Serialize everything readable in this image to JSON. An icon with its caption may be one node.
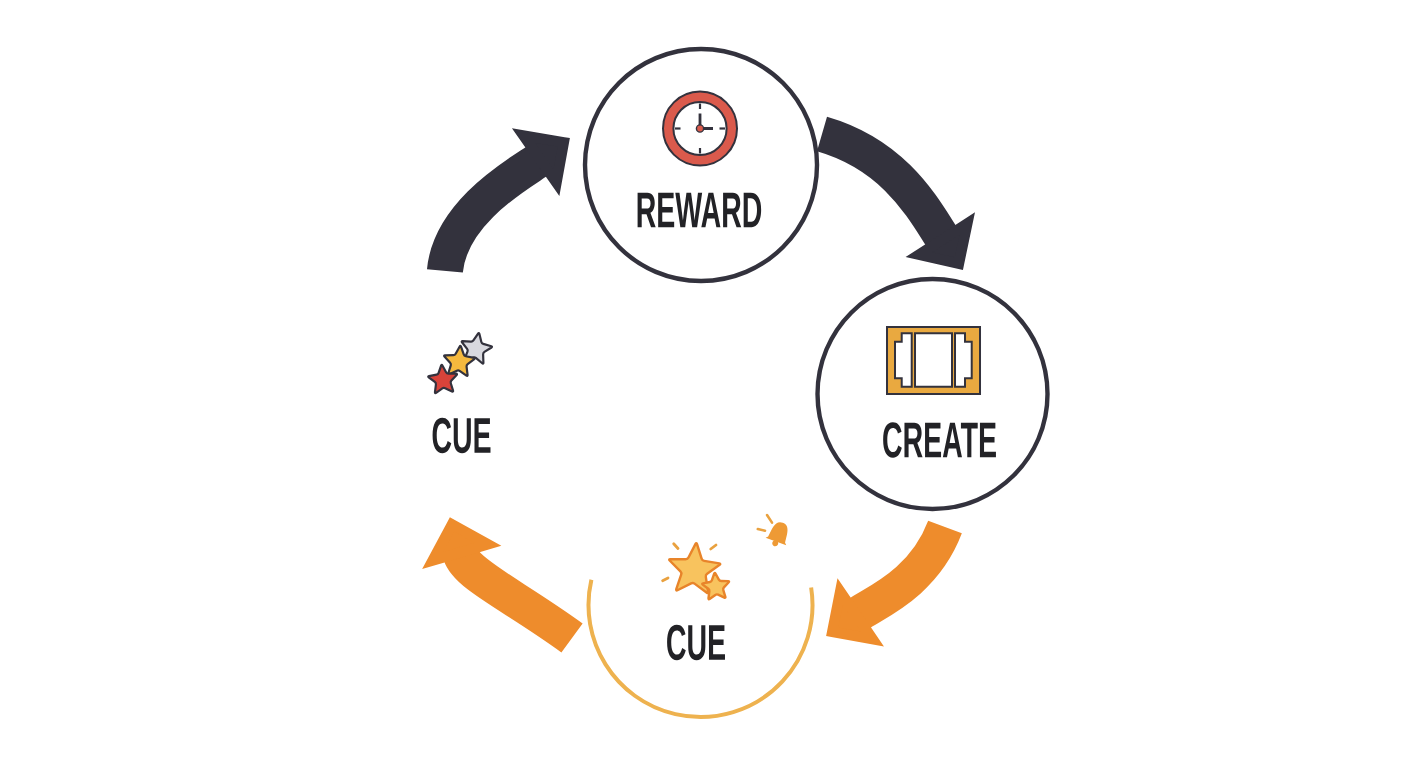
{
  "diagram": {
    "nodes": [
      {
        "text": [
          "REWARD"
        ]
      },
      {
        "text": [
          "CREATE"
        ]
      },
      {
        "text": [
          "CUE"
        ]
      },
      {
        "text": [
          "CUE"
        ]
      }
    ],
    "edges": [
      {
        "from": 2,
        "to": 0,
        "arrow": "to"
      },
      {
        "from": 0,
        "to": 1,
        "arrow": "to"
      },
      {
        "from": 1,
        "to": 3,
        "arrow": "to",
        "color": "#ee8c2c"
      },
      {
        "from": 3,
        "to": 2,
        "arrow": "to",
        "color": "#ee8c2c"
      }
    ]
  }
}
